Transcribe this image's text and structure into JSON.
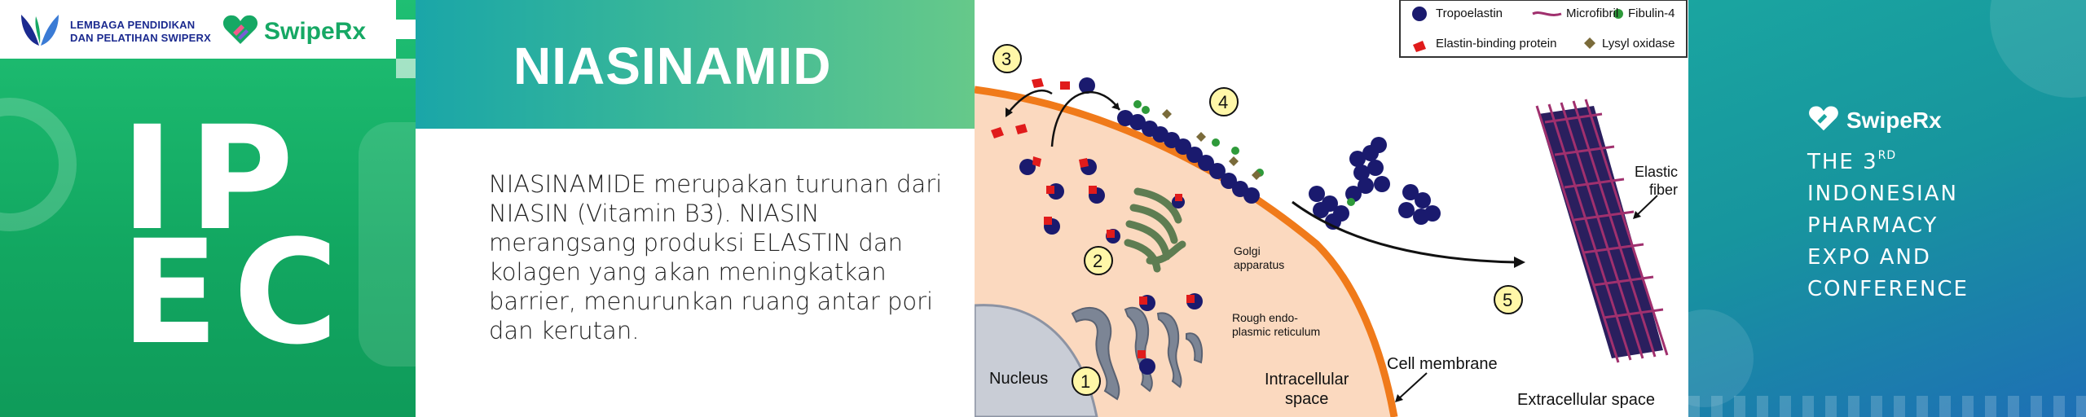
{
  "left_panel": {
    "org_name": "LEMBAGA PENDIDIKAN\nDAN PELATIHAN SWIPERX",
    "brand": "SwipeRx",
    "logo_text_line1": "IP",
    "logo_text_line2": "EC",
    "colors": {
      "green": "#16a864",
      "navy": "#1b2a8f"
    }
  },
  "text_panel": {
    "title": "NIASINAMID",
    "paragraph": "NIASINAMIDE merupakan turunan dari NIASIN (Vitamin B3). NIASIN merangsang produksi ELASTIN dan kolagen yang akan meningkatkan barrier, menurunkan ruang antar pori dan kerutan."
  },
  "diagram": {
    "legend": {
      "tropoelastin": "Tropoelastin",
      "microfibril": "Microfibril",
      "fibulin4": "Fibulin-4",
      "ebp": "Elastin-binding protein",
      "lysyl": "Lysyl oxidase"
    },
    "steps": [
      "1",
      "2",
      "3",
      "4",
      "5"
    ],
    "labels": {
      "nucleus": "Nucleus",
      "golgi": "Golgi\napparatus",
      "rer": "Rough endo-\nplasmic reticulum",
      "intracellular": "Intracellular\nspace",
      "membrane": "Cell membrane",
      "extracellular": "Extracellular space",
      "elastic_fiber": "Elastic\nfiber"
    },
    "colors": {
      "tropoelastin": "#1a1a6e",
      "microfibril": "#a0306e",
      "fibulin": "#2e9a3a",
      "ebp": "#e01b1b",
      "lysyl": "#7a6b3a",
      "cytoplasm": "#fbd9bf",
      "membrane": "#f07a1a"
    }
  },
  "right_panel": {
    "brand": "SwipeRx",
    "line1": "THE 3",
    "line1_sup": "RD",
    "line2": "INDONESIAN",
    "line3": "PHARMACY",
    "line4": "EXPO AND",
    "line5": "CONFERENCE"
  }
}
